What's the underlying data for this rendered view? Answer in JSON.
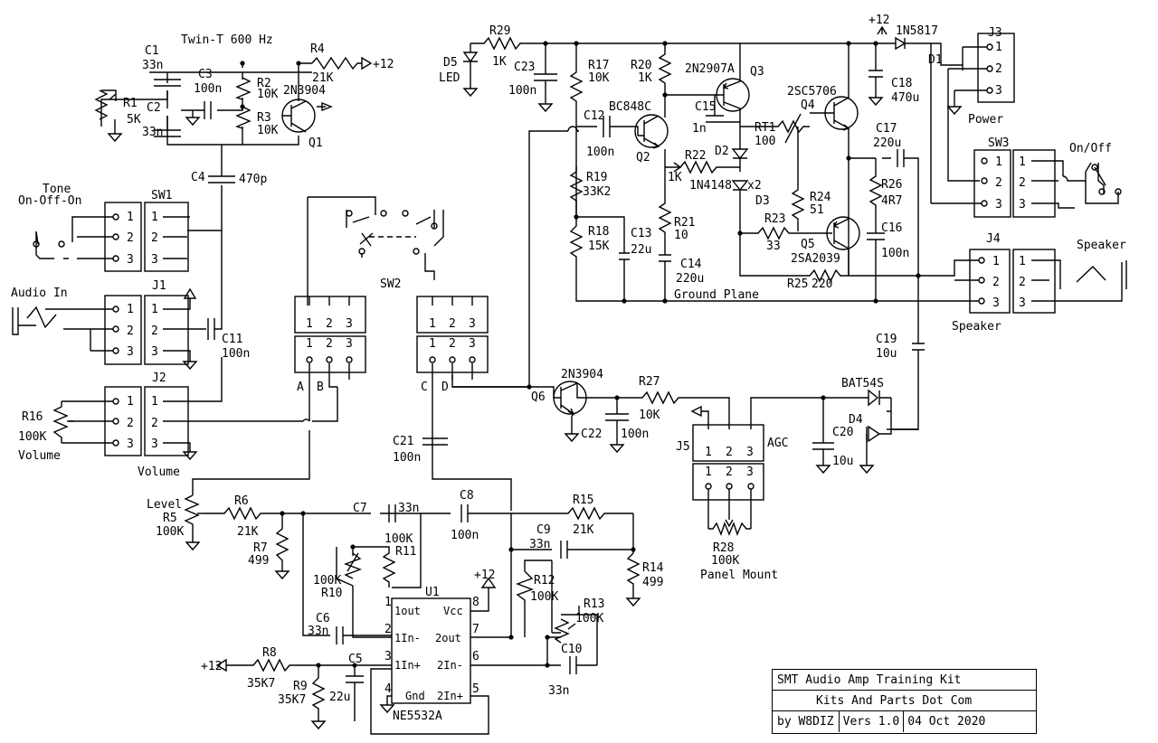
{
  "title_block": {
    "title": "SMT Audio Amp Training Kit",
    "subtitle": "Kits And Parts Dot Com",
    "author": "by W8DIZ",
    "version": "Vers 1.0",
    "date": "04 Oct 2020"
  },
  "labels": {
    "twin_t": "Twin-T 600 Hz",
    "plus12": "+12",
    "ground_plane": "Ground Plane",
    "panel_mount": "Panel Mount",
    "x2": "x2",
    "audio_in": "Audio In",
    "tone": "Tone",
    "on_off_on": "On-Off-On",
    "volume_pot": "Volume",
    "volume_jack": "Volume",
    "level": "Level",
    "power": "Power",
    "on_off": "On/Off",
    "speaker_top": "Speaker",
    "speaker_bottom": "Speaker",
    "agc": "AGC",
    "led": "LED",
    "A": "A",
    "B": "B",
    "C": "C",
    "D": "D"
  },
  "components": {
    "C1": {
      "ref": "C1",
      "value": "33n"
    },
    "C2": {
      "ref": "C2",
      "value": "33n"
    },
    "C3": {
      "ref": "C3",
      "value": "100n"
    },
    "C4": {
      "ref": "C4",
      "value": "470p"
    },
    "C5": {
      "ref": "C5",
      "value": "22u"
    },
    "C6": {
      "ref": "C6",
      "value": "33n"
    },
    "C7": {
      "ref": "C7",
      "value": "33n"
    },
    "C8": {
      "ref": "C8",
      "value": "100n"
    },
    "C9": {
      "ref": "C9",
      "value": "33n"
    },
    "C10": {
      "ref": "C10",
      "value": "33n"
    },
    "C11": {
      "ref": "C11",
      "value": "100n"
    },
    "C12": {
      "ref": "C12",
      "value": "100n"
    },
    "C13": {
      "ref": "C13",
      "value": "22u"
    },
    "C14": {
      "ref": "C14",
      "value": "220u"
    },
    "C15": {
      "ref": "C15",
      "value": "1n"
    },
    "C16": {
      "ref": "C16",
      "value": "100n"
    },
    "C17": {
      "ref": "C17",
      "value": "220u"
    },
    "C18": {
      "ref": "C18",
      "value": "470u"
    },
    "C19": {
      "ref": "C19",
      "value": "10u"
    },
    "C20": {
      "ref": "C20",
      "value": "10u"
    },
    "C21": {
      "ref": "C21",
      "value": "100n"
    },
    "C22": {
      "ref": "C22",
      "value": "100n"
    },
    "C23": {
      "ref": "C23",
      "value": "100n"
    },
    "R1": {
      "ref": "R1",
      "value": "5K"
    },
    "R2": {
      "ref": "R2",
      "value": "10K"
    },
    "R3": {
      "ref": "R3",
      "value": "10K"
    },
    "R4": {
      "ref": "R4",
      "value": "21K"
    },
    "R5": {
      "ref": "R5",
      "value": "100K"
    },
    "R6": {
      "ref": "R6",
      "value": "21K"
    },
    "R7": {
      "ref": "R7",
      "value": "499"
    },
    "R8": {
      "ref": "R8",
      "value": "35K7"
    },
    "R9": {
      "ref": "R9",
      "value": "35K7"
    },
    "R10": {
      "ref": "R10",
      "value": "100K"
    },
    "R11": {
      "ref": "R11",
      "value": "100K"
    },
    "R12": {
      "ref": "R12",
      "value": "100K"
    },
    "R13": {
      "ref": "R13",
      "value": "100K"
    },
    "R14": {
      "ref": "R14",
      "value": "499"
    },
    "R15": {
      "ref": "R15",
      "value": "21K"
    },
    "R16": {
      "ref": "R16",
      "value": "100K"
    },
    "R17": {
      "ref": "R17",
      "value": "10K"
    },
    "R18": {
      "ref": "R18",
      "value": "15K"
    },
    "R19": {
      "ref": "R19",
      "value": "33K2"
    },
    "R20": {
      "ref": "R20",
      "value": "1K"
    },
    "R21": {
      "ref": "R21",
      "value": "10"
    },
    "R22": {
      "ref": "R22",
      "value": "1K"
    },
    "R23": {
      "ref": "R23",
      "value": "33"
    },
    "R24": {
      "ref": "R24",
      "value": "51"
    },
    "R25": {
      "ref": "R25",
      "value": "220"
    },
    "R26": {
      "ref": "R26",
      "value": "4R7"
    },
    "R27": {
      "ref": "R27",
      "value": "10K"
    },
    "R28": {
      "ref": "R28",
      "value": "100K"
    },
    "R29": {
      "ref": "R29",
      "value": "1K"
    },
    "RT1": {
      "ref": "RT1",
      "value": "100"
    },
    "Q1": {
      "ref": "Q1",
      "value": "2N3904"
    },
    "Q2": {
      "ref": "Q2",
      "value": "BC848C"
    },
    "Q3": {
      "ref": "Q3",
      "value": "2N2907A"
    },
    "Q4": {
      "ref": "Q4",
      "value": "2SC5706"
    },
    "Q5": {
      "ref": "Q5",
      "value": "2SA2039"
    },
    "Q6": {
      "ref": "Q6",
      "value": "2N3904"
    },
    "D1": {
      "ref": "D1",
      "value": "1N5817"
    },
    "D2": {
      "ref": "D2",
      "value": "1N4148"
    },
    "D3": {
      "ref": "D3"
    },
    "D4": {
      "ref": "D4",
      "value": "BAT54S"
    },
    "D5": {
      "ref": "D5"
    },
    "U1": {
      "ref": "U1",
      "value": "NE5532A"
    },
    "SW1": {
      "ref": "SW1"
    },
    "SW2": {
      "ref": "SW2"
    },
    "SW3": {
      "ref": "SW3"
    },
    "J1": {
      "ref": "J1"
    },
    "J2": {
      "ref": "J2"
    },
    "J3": {
      "ref": "J3"
    },
    "J4": {
      "ref": "J4"
    },
    "J5": {
      "ref": "J5"
    }
  },
  "u1_pins": {
    "p1": "1",
    "p2": "2",
    "p3": "3",
    "p4": "4",
    "p5": "5",
    "p6": "6",
    "p7": "7",
    "p8": "8",
    "out1": "1out",
    "vcc": "Vcc",
    "in1m": "1In-",
    "out2": "2out",
    "in1p": "1In+",
    "in2m": "2In-",
    "gnd": "Gnd",
    "in2p": "2In+"
  },
  "pins": {
    "n1": "1",
    "n2": "2",
    "n3": "3"
  }
}
